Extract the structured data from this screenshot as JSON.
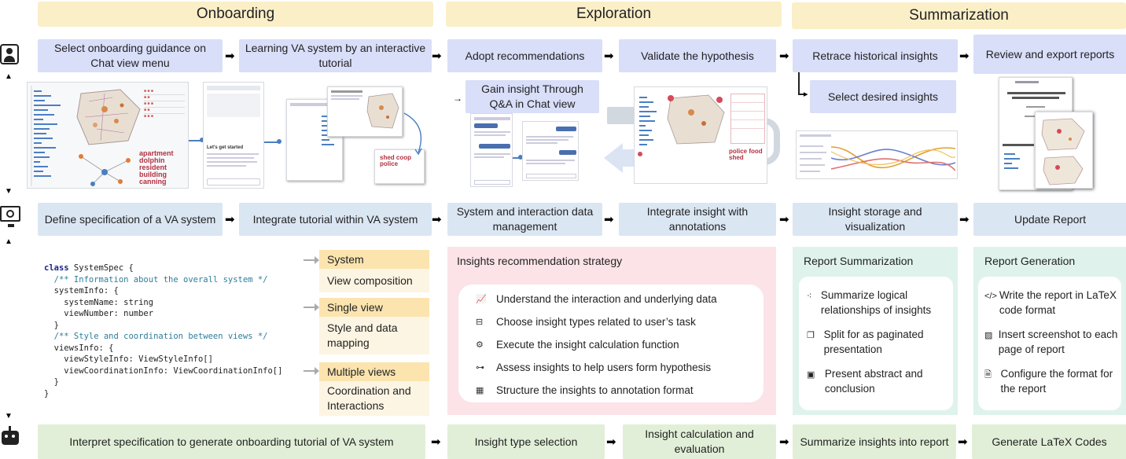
{
  "headers": {
    "onboarding": "Onboarding",
    "exploration": "Exploration",
    "summarization": "Summarization"
  },
  "user_row": {
    "u1": "Select onboarding guidance on Chat view menu",
    "u2": "Learning VA system by an interactive tutorial",
    "u3": "Adopt recommendations",
    "u4": "Validate the hypothesis",
    "u5": "Retrace historical insights",
    "u6": "Review and export reports",
    "u7": "Gain insight Through Q&A in Chat view",
    "u8": "Select desired insights"
  },
  "system_row": {
    "s1": "Define specification of a VA system",
    "s2": "Integrate tutorial within VA system",
    "s3": "System and interaction data management",
    "s4": "Integrate insight with annotations",
    "s5": "Insight storage and visualization",
    "s6": "Update Report"
  },
  "code": {
    "l1a": "class",
    "l1b": " SystemSpec {",
    "l2": "  /** Information about the overall system */",
    "l3": "  systemInfo: {",
    "l4": "    systemName: string",
    "l5": "    viewNumber: number",
    "l6": "  }",
    "l7": "  /** Style and coordination between views */",
    "l8": "  viewsInfo: {",
    "l9": "    viewStyleInfo: ViewStyleInfo[]",
    "l10": "    viewCoordinationInfo: ViewCoordinationInfo[]",
    "l11": "  }",
    "l12": "}"
  },
  "spec": {
    "system_h": "System",
    "system_b": "View composition",
    "single_h": "Single view",
    "single_b": "Style and data mapping",
    "multi_h": "Multiple views",
    "multi_b": "Coordination and Interactions"
  },
  "recommend": {
    "title": "Insights recommendation strategy",
    "items": [
      "Understand the interaction and underlying data",
      "Choose insight types related to user’s task",
      "Execute the insight calculation function",
      "Assess insights to help users form hypothesis",
      "Structure the insights to annotation format"
    ]
  },
  "report_summ": {
    "title": "Report Summarization",
    "items": [
      "Summarize logical relationships of insights",
      "Split for as paginated presentation",
      "Present abstract and conclusion"
    ]
  },
  "report_gen": {
    "title": "Report Generation",
    "items": [
      "Write the report in LaTeX code format",
      "Insert screenshot to each page of report",
      "Configure the format for the report"
    ]
  },
  "bot_row": {
    "b1": "Interpret specification to generate onboarding tutorial of VA system",
    "b2": "Insight type selection",
    "b3": "Insight calculation and evaluation",
    "b4": "Summarize insights into report",
    "b5": "Generate LaTeX Codes"
  },
  "thumb_text": {
    "welcome": "Let's get started",
    "words1": "apartment dolphin resident building canning",
    "words2": "shed coop police",
    "words3": "police food shed"
  },
  "colors": {
    "user": "#d9def9",
    "system": "#dbe6f3",
    "bot": "#e2efd8",
    "header": "#fbefc8",
    "recommend": "#fbe3e8",
    "summary": "#dff3ec"
  }
}
